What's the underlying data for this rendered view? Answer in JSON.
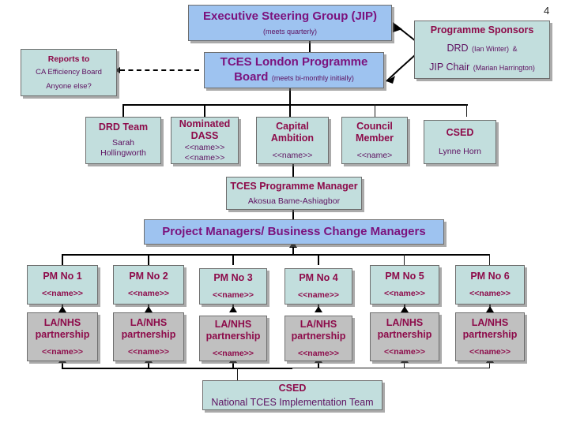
{
  "page": {
    "number": "4"
  },
  "colors": {
    "blue_box": "#9ec3f0",
    "teal_box": "#c2dedd",
    "gray_box": "#c0c0c0",
    "title_text": "#8d0b4a",
    "purple_text": "#7b127d",
    "body_text": "#5d1060"
  },
  "nodes": {
    "exec_steering": {
      "title": "Executive Steering Group (JIP)",
      "sub": "(meets quarterly)"
    },
    "programme_sponsors": {
      "title": "Programme Sponsors",
      "line1": "DRD",
      "line1_paren": "(Ian Winter)",
      "line1_amp": "&",
      "line2": "JIP Chair",
      "line2_paren": "(Marian Harrington)"
    },
    "reports_to": {
      "title": "Reports to",
      "line1": "CA Efficiency Board",
      "line2": "Anyone else?"
    },
    "programme_board": {
      "title_line1": "TCES London Programme",
      "title_line2": "Board",
      "sub": "(meets bi-monthly  initially)"
    },
    "board_members": [
      {
        "title": "DRD Team",
        "sub1": "Sarah",
        "sub2": "Hollingworth"
      },
      {
        "title_line1": "Nominated",
        "title_line2": "DASS",
        "sub1": "<<name>>",
        "sub2": "<<name>>"
      },
      {
        "title_line1": "Capital",
        "title_line2": "Ambition",
        "sub1": "<<name>>"
      },
      {
        "title_line1": "Council",
        "title_line2": "Member",
        "sub1": "<<name>"
      },
      {
        "title": "CSED",
        "sub1": "Lynne Horn"
      }
    ],
    "programme_manager": {
      "title": "TCES Programme Manager",
      "name": "Akosua Bame-Ashiagbor"
    },
    "pm_banner": {
      "title": "Project Managers/ Business Change Managers"
    },
    "project_managers": [
      {
        "title": "PM No 1",
        "name": "<<name>>"
      },
      {
        "title": "PM No 2",
        "name": "<<name>>"
      },
      {
        "title": "PM No 3",
        "name": "<<name>>"
      },
      {
        "title": "PM No 4",
        "name": "<<name>>"
      },
      {
        "title": "PM No 5",
        "name": "<<name>>"
      },
      {
        "title": "PM No 6",
        "name": "<<name>>"
      }
    ],
    "partnerships": [
      {
        "title_line1": "LA/NHS",
        "title_line2": "partnership",
        "name": "<<name>>"
      },
      {
        "title_line1": "LA/NHS",
        "title_line2": "partnership",
        "name": "<<name>>"
      },
      {
        "title_line1": "LA/NHS",
        "title_line2": "partnership",
        "name": "<<name>>"
      },
      {
        "title_line1": "LA/NHS",
        "title_line2": "partnership",
        "name": "<<name>>"
      },
      {
        "title_line1": "LA/NHS",
        "title_line2": "partnership",
        "name": "<<name>>"
      },
      {
        "title_line1": "LA/NHS",
        "title_line2": "partnership",
        "name": "<<name>>"
      }
    ],
    "csed_bottom": {
      "title": "CSED",
      "sub": "National TCES Implementation Team"
    }
  }
}
